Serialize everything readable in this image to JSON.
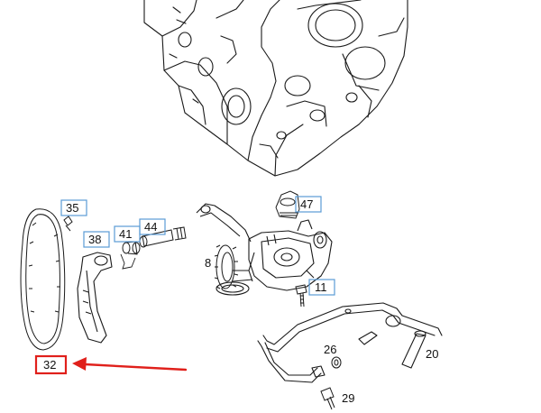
{
  "colors": {
    "line_art": "#1a1a1a",
    "callout_box": "#5b9bd5",
    "highlight": "#e0201b"
  },
  "callouts": {
    "c35": "35",
    "c47": "47",
    "c44": "44",
    "c41": "41",
    "c38": "38",
    "c8": "8",
    "c11": "11",
    "c26": "26",
    "c20": "20",
    "c29": "29",
    "c32": "32"
  },
  "highlighted_part": "32",
  "arrow_icon": "left-arrow-icon"
}
